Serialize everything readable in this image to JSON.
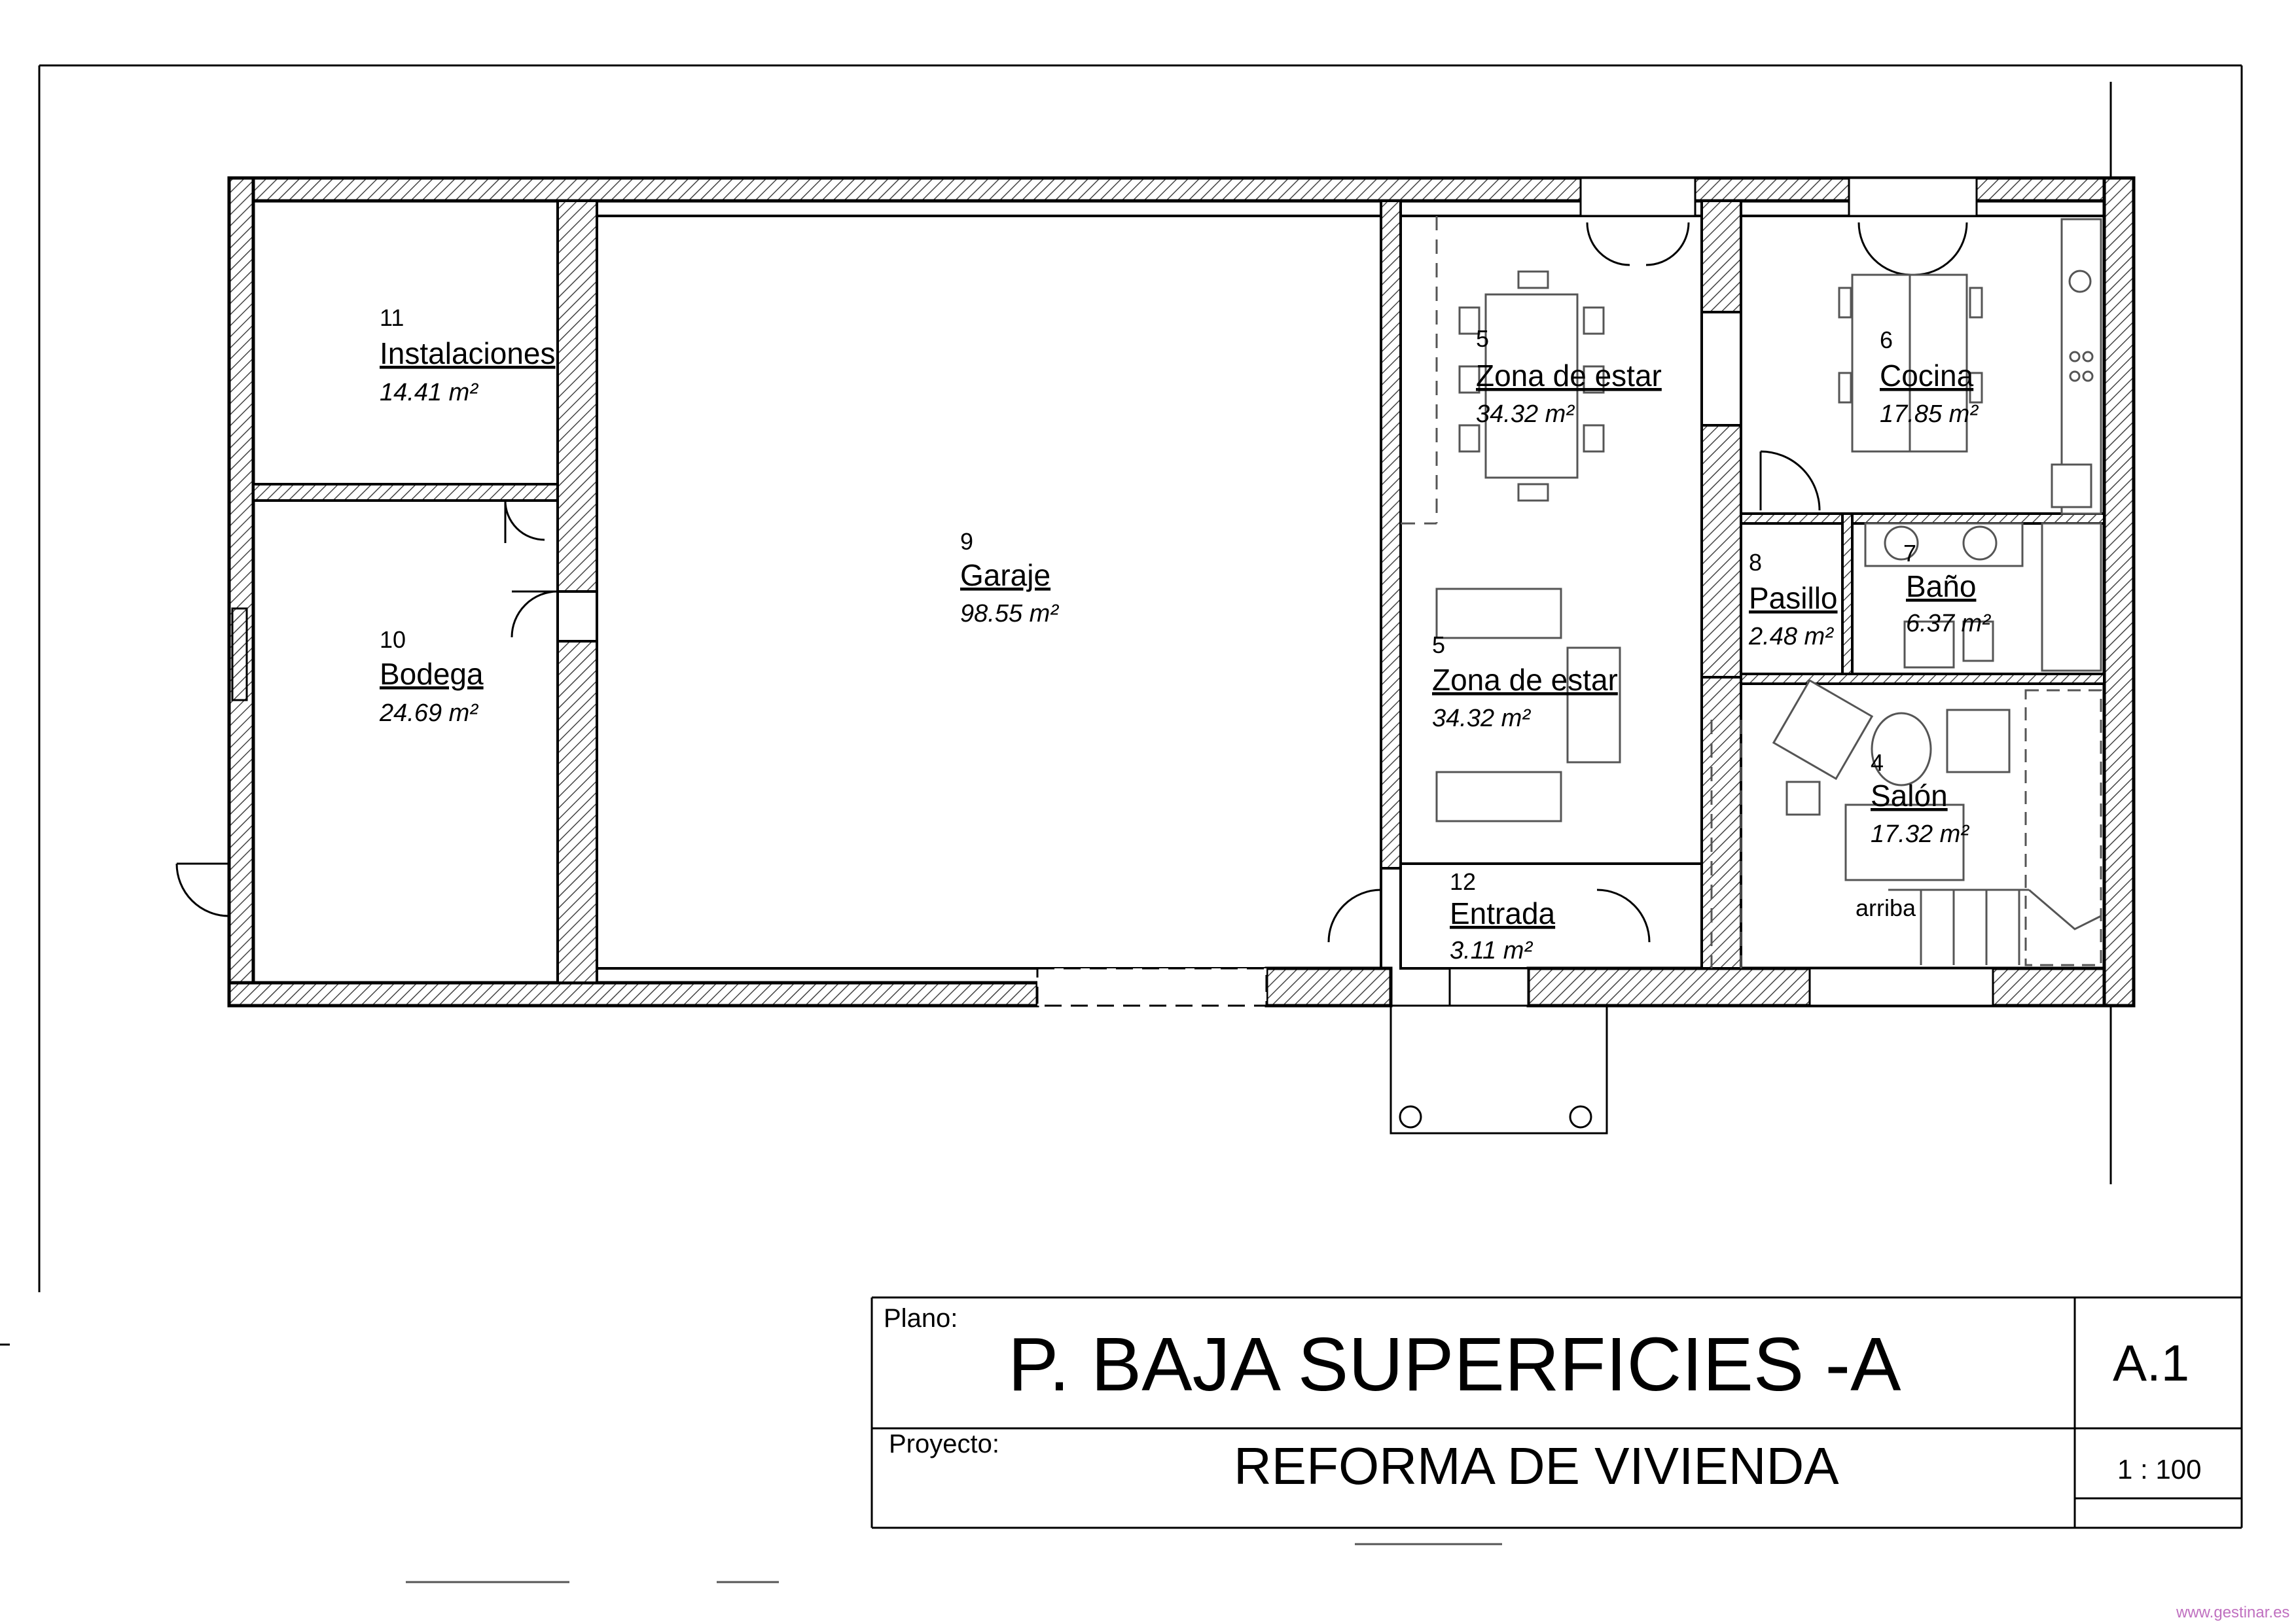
{
  "rooms": [
    {
      "number": "11",
      "name": "Instalaciones",
      "area": "14.41 m²"
    },
    {
      "number": "9",
      "name": "Garaje",
      "area": "98.55 m²"
    },
    {
      "number": "5",
      "name": "Zona de estar",
      "area": "34.32 m²"
    },
    {
      "number": "6",
      "name": "Cocina",
      "area": "17.85 m²"
    },
    {
      "number": "8",
      "name": "Pasillo",
      "area": "2.48 m²"
    },
    {
      "number": "7",
      "name": "Baño",
      "area": "6.37 m²"
    },
    {
      "number": "10",
      "name": "Bodega",
      "area": "24.69 m²"
    },
    {
      "number": "5",
      "name": "Zona de estar",
      "area": "34.32 m²"
    },
    {
      "number": "4",
      "name": "Salón",
      "area": "17.32 m²"
    },
    {
      "number": "12",
      "name": "Entrada",
      "area": "3.11 m²"
    }
  ],
  "stair_label": "arriba",
  "title_block": {
    "plano_label": "Plano:",
    "title": "P. BAJA SUPERFICIES -A",
    "sheet": "A.1",
    "proyecto_label": "Proyecto:",
    "project": "REFORMA DE VIVIENDA",
    "scale": "1 : 100"
  },
  "watermark": "www.gestinar.es"
}
